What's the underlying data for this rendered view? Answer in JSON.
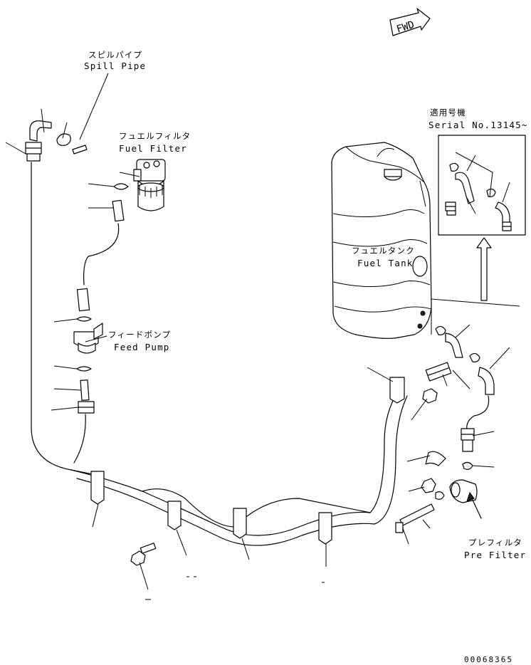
{
  "fwd_label": "FWD",
  "spill_pipe": {
    "jp": "スピルパイプ",
    "en": "Spill Pipe"
  },
  "fuel_filter": {
    "jp": "フュエルフィルタ",
    "en": "Fuel Filter"
  },
  "feed_pump": {
    "jp": "フィードポンプ",
    "en": "Feed Pump"
  },
  "fuel_tank": {
    "jp": "フュエルタンク",
    "en": "Fuel Tank"
  },
  "pre_filter": {
    "jp": "プレフィルタ",
    "en": "Pre Filter"
  },
  "serial_note": {
    "jp": "適用号機",
    "en": "Serial No.13145~"
  },
  "drawing_number": "00068365"
}
